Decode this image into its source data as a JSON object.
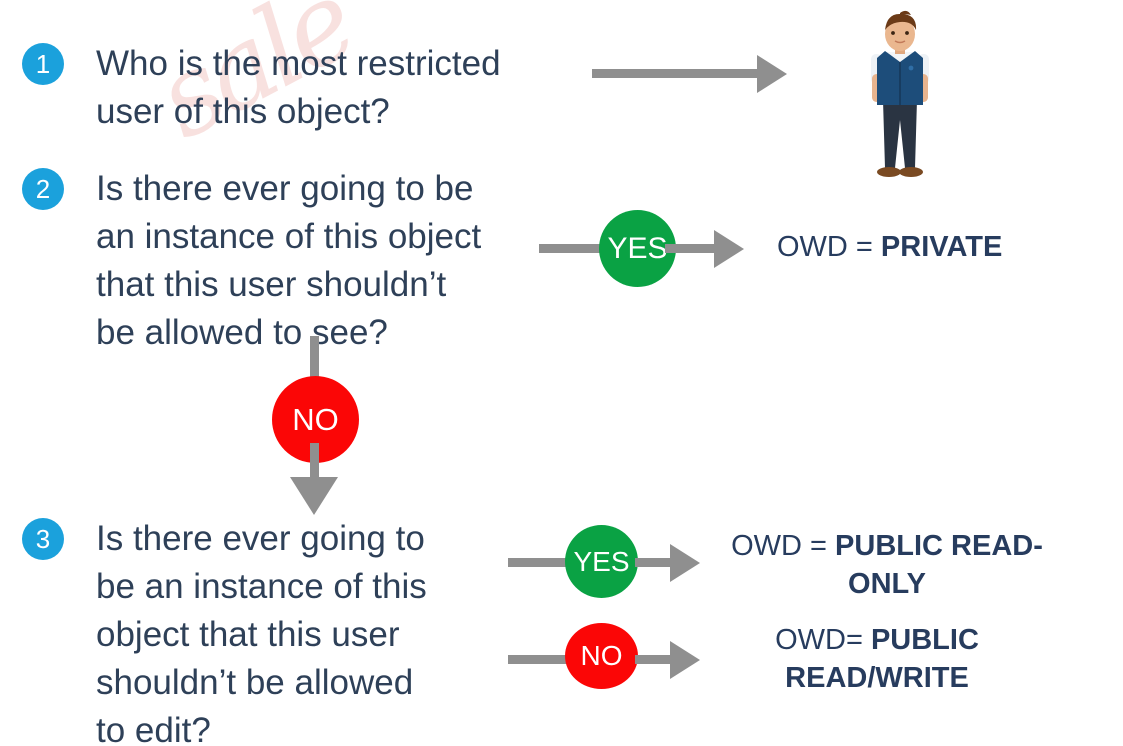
{
  "watermark": {
    "text": "sale"
  },
  "steps": [
    {
      "number": "1",
      "question": "Who is the most restricted\nuser of this object?"
    },
    {
      "number": "2",
      "question": "Is there ever going to be\nan instance of this object\nthat this user shouldn’t\nbe allowed to see?"
    },
    {
      "number": "3",
      "question": "Is there ever going to\nbe an instance of this\nobject that this user\nshouldn’t be allowed\nto edit?"
    }
  ],
  "decisions": {
    "yes_label": "YES",
    "no_label": "NO"
  },
  "outcomes": [
    {
      "prefix": "OWD = ",
      "value": "PRIVATE"
    },
    {
      "prefix": "OWD = ",
      "value": "PUBLIC READ-ONLY"
    },
    {
      "prefix": "OWD= ",
      "value": "PUBLIC READ/WRITE"
    }
  ],
  "icons": {
    "person": "person-illustration",
    "arrow": "arrow-right-icon"
  },
  "colors": {
    "badge_blue": "#1ba1dc",
    "yes_green": "#0aa244",
    "no_red": "#fb0606",
    "connector_gray": "#8f8f8f",
    "question_navy": "#2e4058",
    "outcome_navy": "#273c5e"
  }
}
